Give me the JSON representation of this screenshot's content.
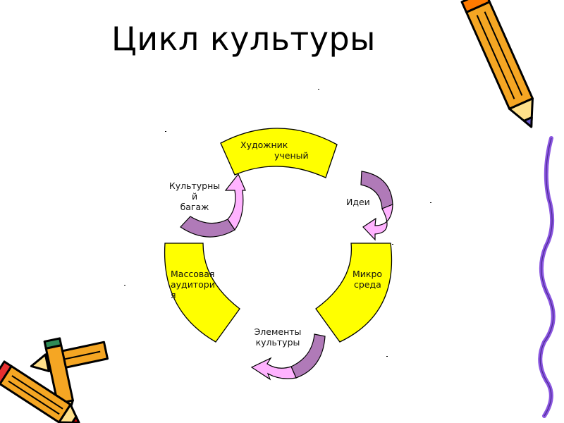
{
  "title": "Цикл культуры",
  "nodes": {
    "artist": {
      "line1": "Художник",
      "line2": "ученый"
    },
    "micro": {
      "line1": "Микро",
      "line2": "среда"
    },
    "mass": {
      "line1": "Массовая",
      "line2": "аудитори",
      "line3": "я"
    }
  },
  "arrows": {
    "ideas": "Идеи",
    "elements": {
      "line1": "Элементы",
      "line2": "культуры"
    },
    "baggage": {
      "line1": "Культурны",
      "line2": "й",
      "line3": "багаж"
    }
  },
  "colors": {
    "segment_fill": "#ffff00",
    "arrow_light": "#ffb3ff",
    "arrow_dark": "#b07ab8",
    "pencil_body": "#f5a623",
    "crayon_purple": "#8a55e0"
  }
}
